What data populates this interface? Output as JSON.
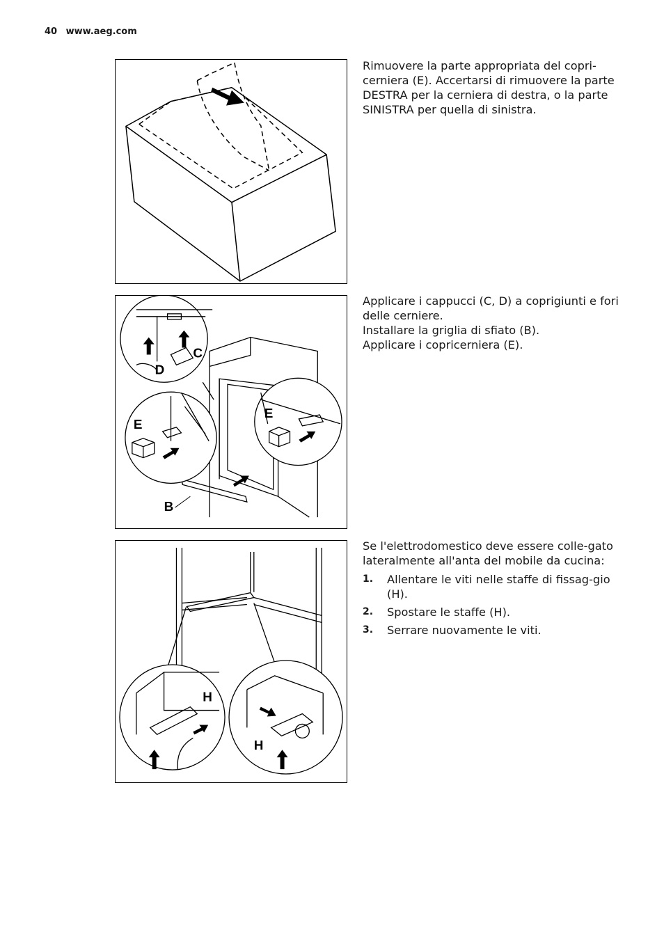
{
  "header": {
    "page_number": "40",
    "site": "www.aeg.com"
  },
  "section1": {
    "text": "Rimuovere la parte appropriata del copri-cerniera (E). Accertarsi di rimuovere la parte DESTRA per la cerniera di destra, o la parte SINISTRA per quella di sinistra."
  },
  "section2": {
    "lines": [
      "Applicare i cappucci (C, D) a coprigiunti e fori delle cerniere.",
      "Installare la griglia di sfiato (B).",
      "Applicare i copricerniera (E)."
    ],
    "labels": {
      "c": "C",
      "d": "D",
      "e_left": "E",
      "e_right": "E",
      "b": "B"
    }
  },
  "section3": {
    "intro": "Se l'elettrodomestico deve essere colle-gato lateralmente all'anta del mobile da cucina:",
    "steps": [
      {
        "num": "1.",
        "text": "Allentare le viti nelle staffe di fissag-gio (H)."
      },
      {
        "num": "2.",
        "text": "Spostare le staffe (H)."
      },
      {
        "num": "3.",
        "text": "Serrare nuovamente le viti."
      }
    ],
    "labels": {
      "h_left": "H",
      "h_right": "H"
    }
  }
}
